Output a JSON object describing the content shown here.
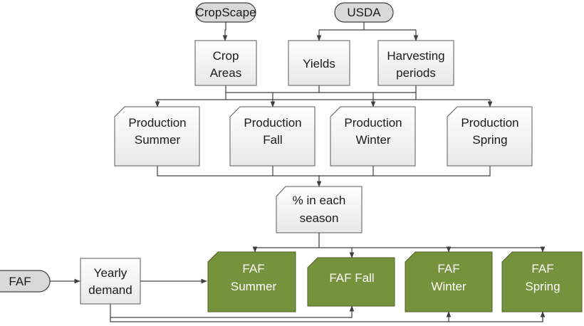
{
  "sources": {
    "cropscape": "CropScape",
    "usda": "USDA",
    "faf": "FAF"
  },
  "inputs": {
    "crop_areas": [
      "Crop",
      "Areas"
    ],
    "yields": [
      "Yields"
    ],
    "harvesting_periods": [
      "Harvesting",
      "periods"
    ]
  },
  "production": {
    "summer": [
      "Production",
      "Summer"
    ],
    "fall": [
      "Production",
      "Fall"
    ],
    "winter": [
      "Production",
      "Winter"
    ],
    "spring": [
      "Production",
      "Spring"
    ]
  },
  "season_share": [
    "% in each",
    "season"
  ],
  "yearly_demand": [
    "Yearly",
    "demand"
  ],
  "faf_outputs": {
    "summer": [
      "FAF",
      "Summer"
    ],
    "fall": [
      "FAF Fall"
    ],
    "winter": [
      "FAF",
      "Winter"
    ],
    "spring": [
      "FAF",
      "Spring"
    ]
  },
  "colors": {
    "box_fill": "#ffffff",
    "box_stroke": "#595959",
    "gray_fill": "#e6e6e6",
    "green_fill": "#77923c",
    "green_stroke": "#4f6228",
    "line": "#404040",
    "text_dark": "#1a1a1a",
    "text_light": "#ffffff"
  }
}
